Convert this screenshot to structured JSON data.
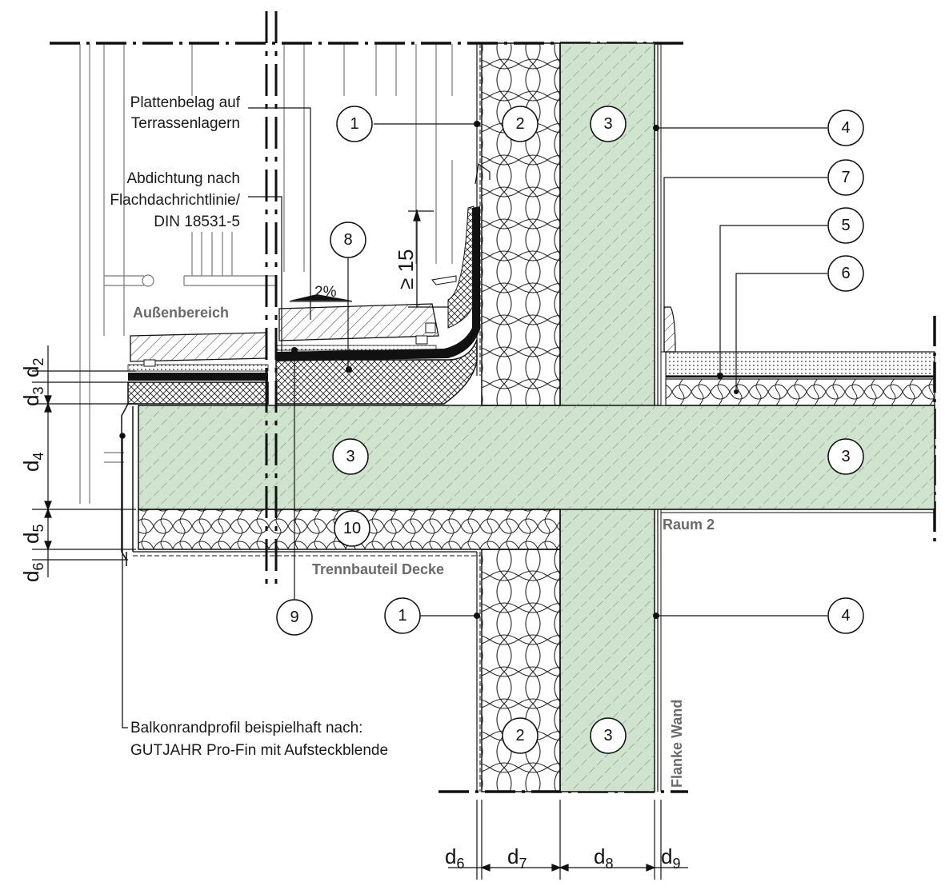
{
  "labels": {
    "plattenbelag": [
      "Plattenbelag auf",
      "Terrassenlagern"
    ],
    "abdichtung": [
      "Abdichtung nach",
      "Flachdachrichtlinie/",
      "DIN 18531-5"
    ],
    "aussenbereich": "Außenbereich",
    "raum2": "Raum 2",
    "trennbauteil": "Trennbauteil Decke",
    "flanke": "Flanke Wand",
    "balkonrand": [
      "Balkonrandprofil beispielhaft nach:",
      "GUTJAHR Pro-Fin mit Aufsteckblende"
    ],
    "slope": "2%",
    "height": "≥ 15"
  },
  "markers": {
    "m1a": "1",
    "m2a": "2",
    "m3a": "3",
    "m4a": "4",
    "m7": "7",
    "m5": "5",
    "m6": "6",
    "m8": "8",
    "m3b": "3",
    "m3c": "3",
    "m10": "10",
    "m9": "9",
    "m1b": "1",
    "m4b": "4",
    "m2b": "2",
    "m3d": "3"
  },
  "dims": {
    "d": "d",
    "d2": "2",
    "d3": "3",
    "d4": "4",
    "d5": "5",
    "d6": "6",
    "d6b": "6",
    "d7": "7",
    "d8": "8",
    "d9": "9"
  },
  "colors": {
    "concrete": "#cfe3cf",
    "line": "#111111",
    "grayText": "#6a6a6a"
  }
}
